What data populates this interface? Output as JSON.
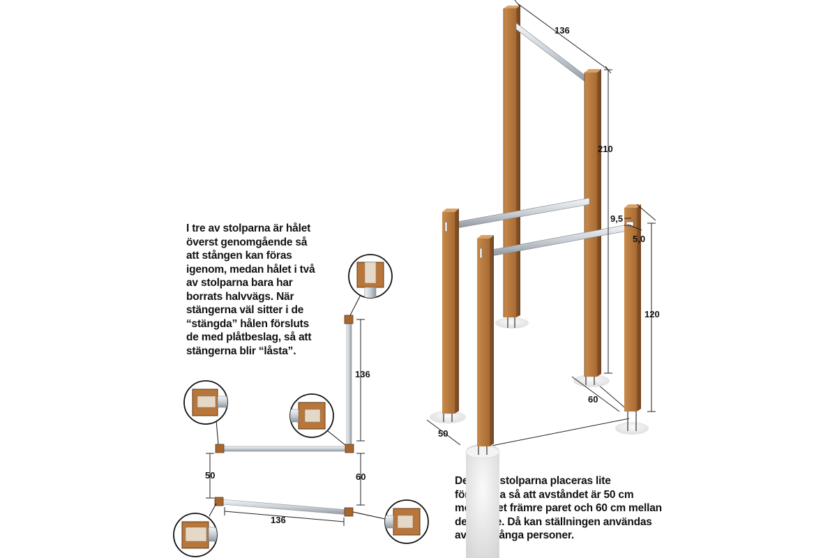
{
  "captions": {
    "top": "I tre av stolparna är hålet överst genomgående så att stången kan föras igenom, medan hålet i två av stolparna bara har borrats halvvägs. När stängerna väl sitter i de “stängda” hålen försluts de med plåtbeslag, så att stängerna blir “låsta”.",
    "bottom": "De korta stolparna placeras lite förskjutna så att avståndet är 50 cm mellan det främre paret och 60 cm mellan det bakre. Då kan ställningen användas av olika långa personer."
  },
  "dimensions_3d": {
    "width_top": "136",
    "height_tall": "210",
    "hole_offset": "9,5",
    "post_thickness": "5,0",
    "height_short": "120",
    "spacing_back": "60",
    "spacing_front": "50"
  },
  "dimensions_plan": {
    "width_top": "136",
    "width_bottom": "136",
    "spacing_left": "50",
    "spacing_right": "60"
  },
  "colors": {
    "wood": "#b87a3e",
    "wood_dark": "#8a5528",
    "bar": "#d8dde2",
    "bar_shadow": "#8f979e",
    "concrete": "#e6e6e6"
  }
}
